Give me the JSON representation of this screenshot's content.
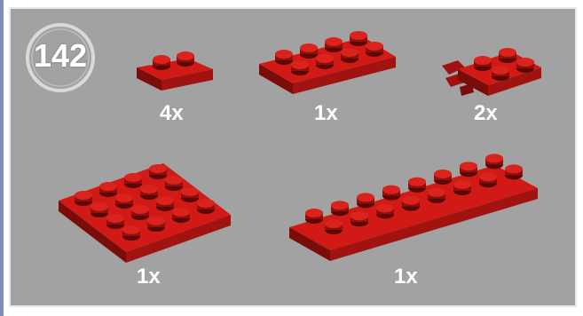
{
  "step": {
    "number": "142"
  },
  "parts": [
    {
      "name": "plate-1x2",
      "quantity": "4x"
    },
    {
      "name": "plate-2x4",
      "quantity": "1x"
    },
    {
      "name": "plate-2x2-with-clips",
      "quantity": "2x"
    },
    {
      "name": "plate-4x4",
      "quantity": "1x"
    },
    {
      "name": "plate-2x8",
      "quantity": "1x"
    }
  ],
  "colors": {
    "panel": "#a2a2a2",
    "panel_border": "#e9e9e9",
    "edge_stripe": "#7f8fb8",
    "brick_red": "#b71410",
    "brick_dark": "#5a0806",
    "label_text": "#ffffff"
  }
}
